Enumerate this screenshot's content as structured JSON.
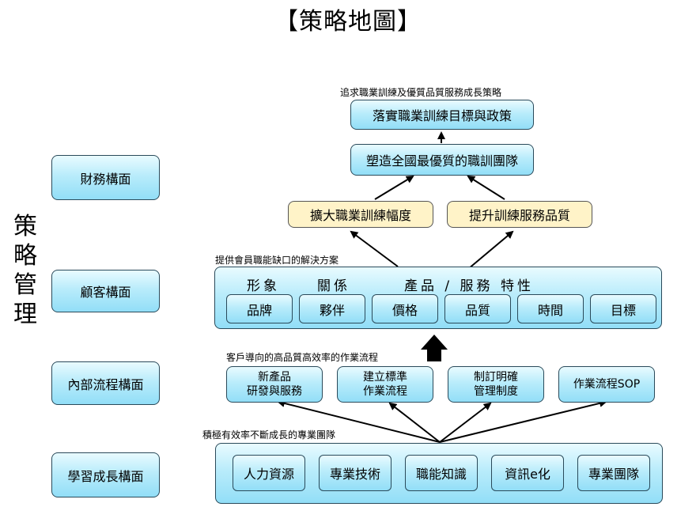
{
  "title": "【策略地圖】",
  "side_label_chars": [
    "策",
    "略",
    "管",
    "理"
  ],
  "perspectives": {
    "financial": "財務構面",
    "customer": "顧客構面",
    "internal": "內部流程構面",
    "learning": "學習成長構面"
  },
  "top": {
    "caption": "追求職業訓練及優質品質服務成長策略",
    "goal": "落實職業訓練目標與政策",
    "team": "塑造全國最優質的職訓團隊"
  },
  "financial_goals": [
    "擴大職業訓練幅度",
    "提升訓練服務品質"
  ],
  "customer": {
    "caption": "提供會員職能缺口的解決方案",
    "header_image": "形象",
    "header_relation": "關係",
    "header_product": "產品 / 服務 特性",
    "items": [
      "品牌",
      "夥伴",
      "價格",
      "品質",
      "時間",
      "目標"
    ]
  },
  "internal": {
    "caption": "客戶導向的高品質高效率的作業流程",
    "items": [
      {
        "line1": "新產品",
        "line2": "研發與服務"
      },
      {
        "line1": "建立標準",
        "line2": "作業流程"
      },
      {
        "line1": "制訂明確",
        "line2": "管理制度"
      },
      {
        "line1": "作業流程SOP",
        "line2": ""
      }
    ]
  },
  "learning": {
    "caption": "積極有效率不斷成長的專業團隊",
    "items": [
      "人力資源",
      "專業技術",
      "職能知識",
      "資訊e化",
      "專業團隊"
    ]
  }
}
